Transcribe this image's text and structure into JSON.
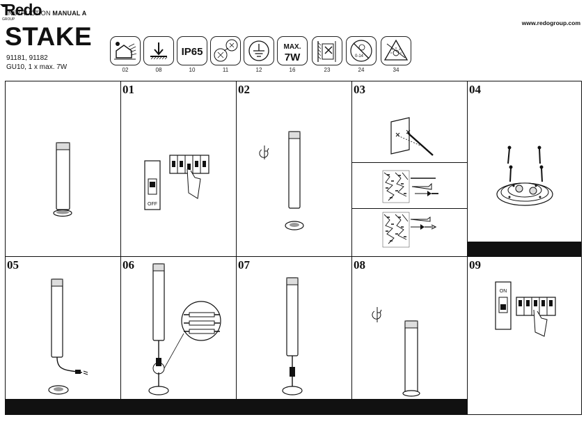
{
  "header": {
    "instruction_label": "INSTRUCTION",
    "manual_label": "MANUAL A",
    "product_title": "STAKE",
    "product_codes": "91181, 91182",
    "spec_line": "GU10, 1 x max. 7W",
    "website": "www.redogroup.com"
  },
  "brand": {
    "name": "Redo",
    "sub": "GROUP"
  },
  "icons": [
    {
      "name": "outdoor-use-icon",
      "code": "02"
    },
    {
      "name": "surface-mount-icon",
      "code": "08"
    },
    {
      "name": "ip-rating-icon",
      "code": "10",
      "text": "IP65"
    },
    {
      "name": "distance-icon",
      "code": "11"
    },
    {
      "name": "earth-ground-icon",
      "code": "12"
    },
    {
      "name": "max-wattage-icon",
      "code": "16",
      "text_top": "MAX.",
      "text_bottom": "7W"
    },
    {
      "name": "no-wall-install-icon",
      "code": "23"
    },
    {
      "name": "no-child-icon",
      "code": "24",
      "text": "0-14"
    },
    {
      "name": "warning-hot-surface-icon",
      "code": "34"
    }
  ],
  "steps": {
    "s01": "01",
    "s02": "02",
    "s03": "03",
    "s04": "04",
    "s05": "05",
    "s06": "06",
    "s07": "07",
    "s08": "08",
    "s09": "09",
    "switch_off": "OFF",
    "switch_on": "ON"
  }
}
